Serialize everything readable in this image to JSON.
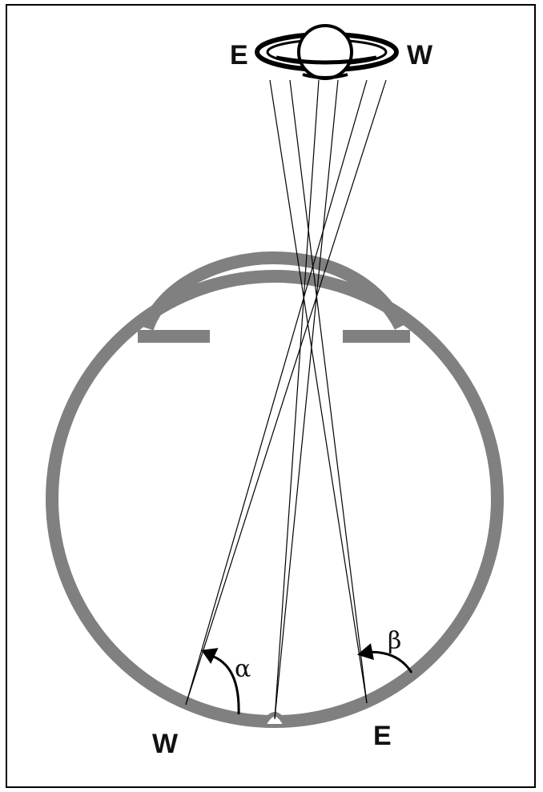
{
  "labels": {
    "planet_left": "E",
    "planet_right": "W",
    "retina_left": "W",
    "retina_right": "E",
    "angle_left": "α",
    "angle_right": "β"
  },
  "colors": {
    "eye": "#808080",
    "lines": "#000000",
    "frame": "#000000",
    "background": "#ffffff"
  },
  "icons": {
    "planet": "saturn-icon"
  }
}
